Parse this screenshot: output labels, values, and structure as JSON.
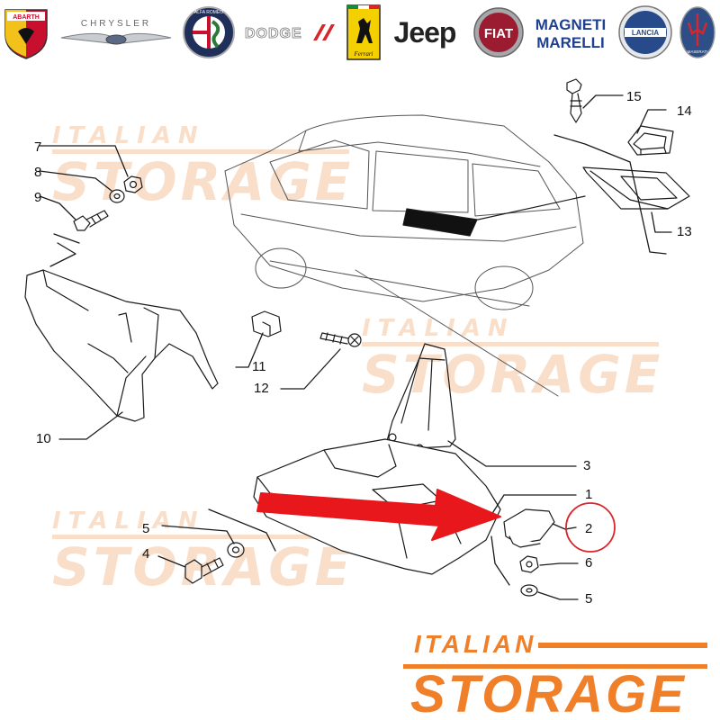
{
  "brands": [
    {
      "icon": "abarth-logo-icon",
      "text": "ABARTH"
    },
    {
      "icon": "chrysler-logo-icon",
      "text": "CHRYSLER"
    },
    {
      "icon": "alfa-romeo-logo-icon",
      "text": "ALFA ROMEO"
    },
    {
      "icon": "dodge-logo-icon",
      "text": "DODGE"
    },
    {
      "icon": "ferrari-logo-icon",
      "text": "Ferrari"
    },
    {
      "icon": "jeep-logo-icon",
      "text": "Jeep"
    },
    {
      "icon": "fiat-logo-icon",
      "text": "FIAT"
    },
    {
      "icon": "magneti-marelli-logo-icon",
      "text": "MAGNETI MARELLI"
    },
    {
      "icon": "lancia-logo-icon",
      "text": "LANCIA"
    },
    {
      "icon": "maserati-logo-icon",
      "text": "MASERATI"
    }
  ],
  "watermark": {
    "line1": "ITALIAN",
    "line2": "STORAGE"
  },
  "callouts": [
    "15",
    "14",
    "13",
    "7",
    "8",
    "9",
    "10",
    "11",
    "12",
    "3",
    "1",
    "2",
    "6",
    "5",
    "5",
    "4"
  ],
  "highlighted_part": "2",
  "colors": {
    "arrow": "#e8171b",
    "highlight_circle": "#d9262b",
    "watermark": "#f2b483",
    "footer_logo": "#f07f2a",
    "line": "#1a1a1a"
  }
}
